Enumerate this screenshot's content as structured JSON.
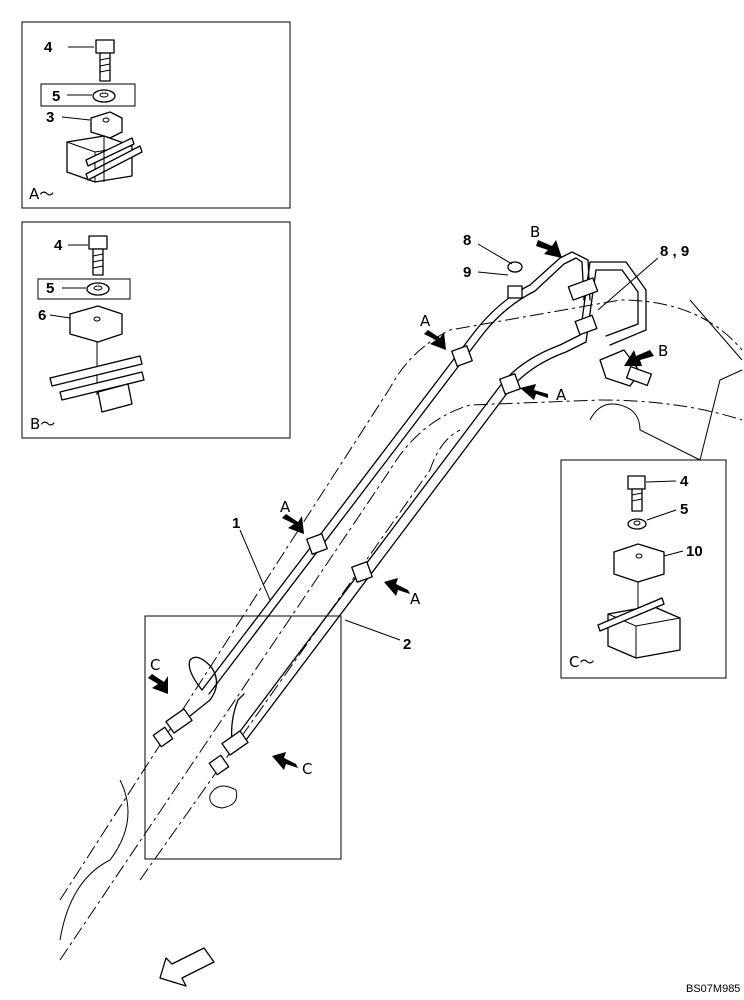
{
  "callouts": {
    "n1": "1",
    "n2": "2",
    "n3": "3",
    "n4": "4",
    "n5": "5",
    "n6": "6",
    "n8": "8",
    "n9": "9",
    "n89": "8 , 9",
    "n10": "10"
  },
  "view_letters": {
    "a": "A",
    "b": "B",
    "c": "C"
  },
  "view_titles": {
    "a": "A～",
    "b": "B～",
    "c": "C～"
  },
  "drawing_code": "BS07M985",
  "icons": [
    "view-arrow-icon",
    "front-direction-arrow-icon"
  ]
}
